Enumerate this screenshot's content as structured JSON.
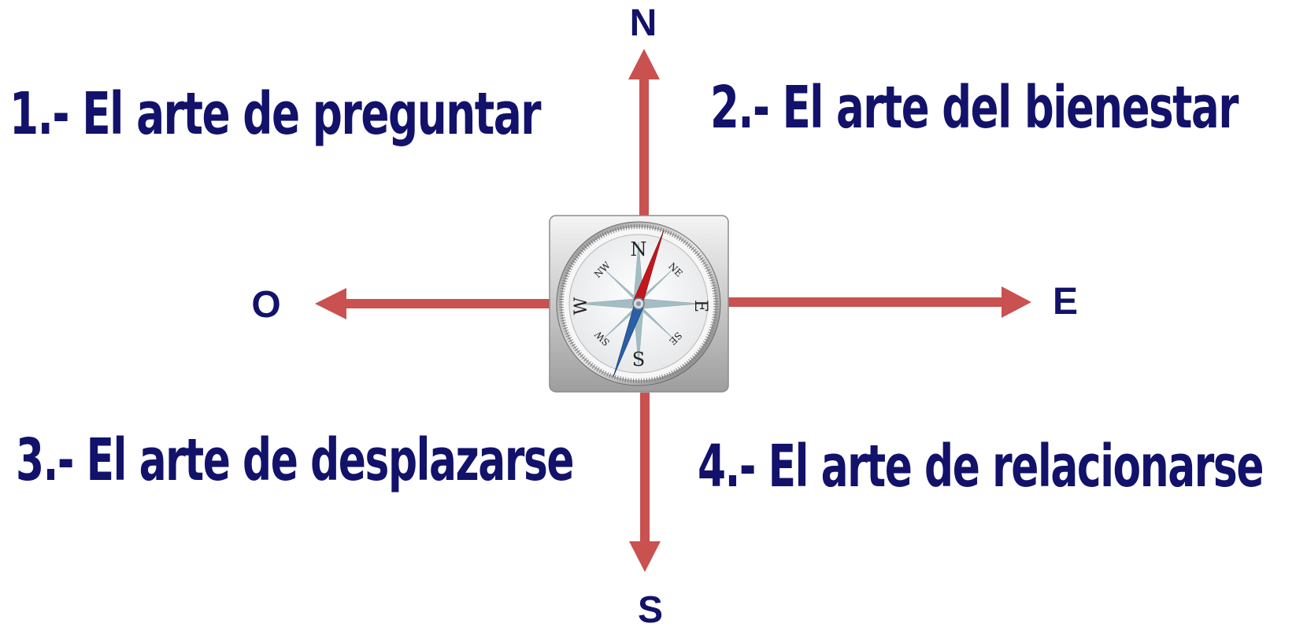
{
  "directions": {
    "north": "N",
    "south": "S",
    "east": "E",
    "west": "O"
  },
  "quadrants": {
    "q1": "1.- El arte de preguntar",
    "q2": "2.- El arte del bienestar",
    "q3": "3.- El arte de desplazarse",
    "q4": "4.- El arte de relacionarse"
  },
  "compass": {
    "card_labels": {
      "n": "N",
      "s": "S",
      "e": "E",
      "w": "W",
      "ne": "NE",
      "nw": "NW",
      "se": "SE",
      "sw": "SW"
    }
  },
  "colors": {
    "text": "#12126b",
    "arrow": "#c9514f",
    "needle_north": "#c4161c",
    "needle_south": "#2a5fa8"
  }
}
